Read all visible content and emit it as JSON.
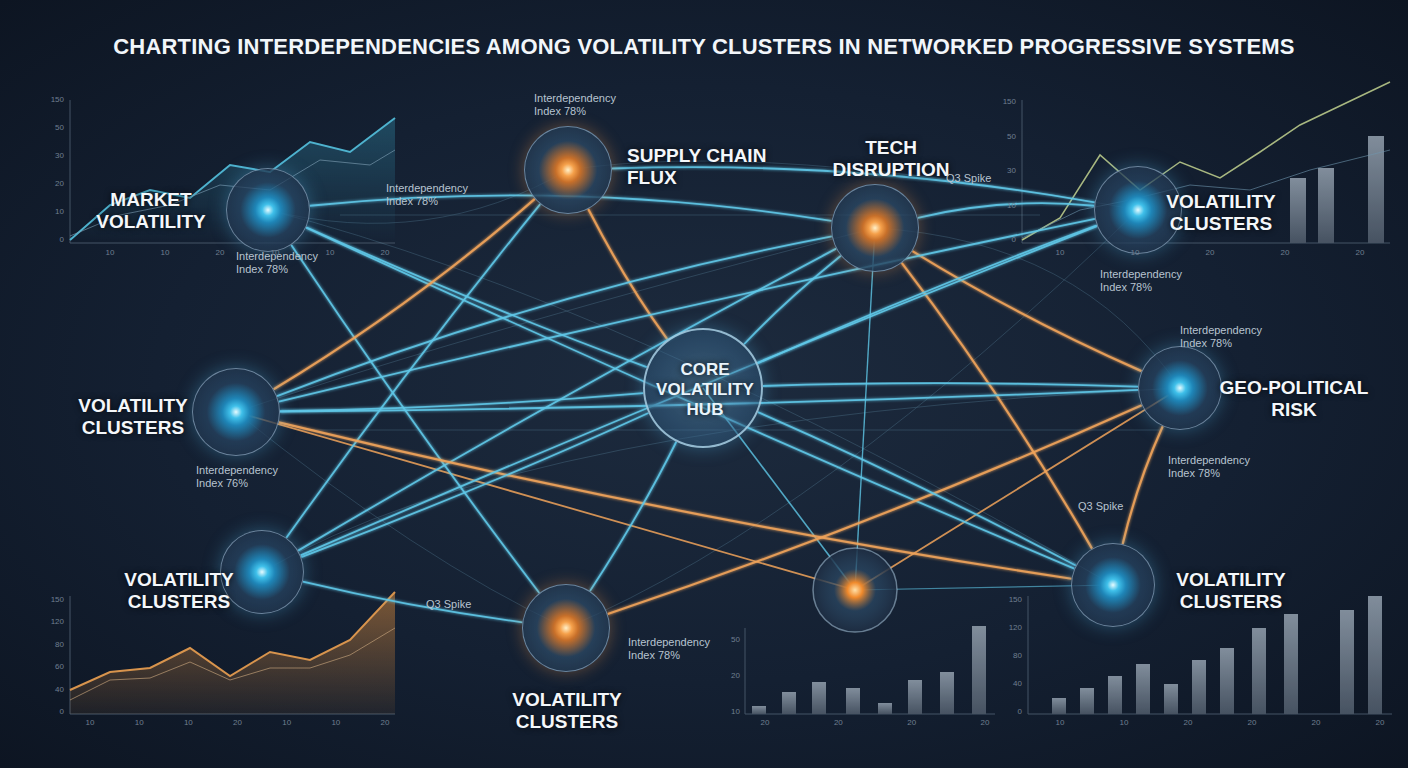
{
  "diagram": {
    "title": "CHARTING INTERDEPENDENCIES AMONG VOLATILITY CLUSTERS IN NETWORKED PROGRESSIVE SYSTEMS",
    "nodes": [
      {
        "text": [
          "SUPPLY CHAIN FLUX"
        ]
      },
      {
        "text": [
          "TECH DISRUPTION"
        ]
      },
      {
        "text": [
          "MARKET VOLATILITY"
        ]
      },
      {
        "text": [
          "VOLATILITY CLUSTERS"
        ]
      },
      {
        "text": [
          "VOLATILITY CLUSTERS"
        ]
      },
      {
        "text": [
          "CORE VOLATILITY HUB"
        ]
      },
      {
        "text": [
          "GEO-POLITICAL RISK"
        ]
      },
      {
        "text": [
          "VOLATILITY CLUSTERS"
        ]
      },
      {
        "text": [
          "VOLATILITY CLUSTERS"
        ]
      },
      {
        "text": [
          "VOLATILITY CLUSTERS"
        ]
      }
    ],
    "edges": [
      {
        "from": 2,
        "to": 5,
        "arrow": "none"
      },
      {
        "from": 2,
        "to": 1,
        "arrow": "none"
      },
      {
        "from": 2,
        "to": 9,
        "arrow": "none"
      },
      {
        "from": 2,
        "to": 8,
        "arrow": "none"
      },
      {
        "from": 0,
        "to": 4,
        "arrow": "none"
      },
      {
        "from": 0,
        "to": 5,
        "arrow": "none"
      },
      {
        "from": 0,
        "to": 3,
        "arrow": "none"
      },
      {
        "from": 0,
        "to": 7,
        "arrow": "none"
      },
      {
        "from": 1,
        "to": 3,
        "arrow": "none"
      },
      {
        "from": 1,
        "to": 5,
        "arrow": "none"
      },
      {
        "from": 1,
        "to": 9,
        "arrow": "none"
      },
      {
        "from": 1,
        "to": 7,
        "arrow": "none"
      },
      {
        "from": 1,
        "to": 6,
        "arrow": "none"
      },
      {
        "from": 4,
        "to": 5,
        "arrow": "none"
      },
      {
        "from": 4,
        "to": 6,
        "arrow": "none"
      },
      {
        "from": 4,
        "to": 1,
        "arrow": "none"
      },
      {
        "from": 4,
        "to": 9,
        "arrow": "none"
      },
      {
        "from": 3,
        "to": 5,
        "arrow": "none"
      },
      {
        "from": 3,
        "to": 7,
        "arrow": "none"
      },
      {
        "from": 6,
        "to": 5,
        "arrow": "none"
      },
      {
        "from": 6,
        "to": 8,
        "arrow": "none"
      },
      {
        "from": 7,
        "to": 5,
        "arrow": "none"
      },
      {
        "from": 7,
        "to": 8,
        "arrow": "none"
      },
      {
        "from": 8,
        "to": 5,
        "arrow": "none"
      },
      {
        "from": 9,
        "to": 5,
        "arrow": "none"
      },
      {
        "from": 3,
        "to": 4,
        "arrow": "none"
      },
      {
        "from": 6,
        "to": 9,
        "arrow": "none"
      }
    ],
    "labels": [
      "Interdependency Index 78%",
      "Interdependency Index 78%",
      "Interdependency Index 78%",
      "Q3 Spike",
      "Interdependency Index 78%",
      "Interdependency Index 78%",
      "Interdependency Index 76%",
      "Interdependency Index 78%",
      "Q3 Spike",
      "Q3 Spike",
      "Interdependency Index 78%",
      "150",
      "50",
      "30",
      "20",
      "10",
      "0",
      "10",
      "10",
      "20",
      "10",
      "10",
      "20",
      "150",
      "50",
      "30",
      "10",
      "0",
      "10",
      "10",
      "20",
      "20",
      "20",
      "150",
      "120",
      "80",
      "60",
      "40",
      "0",
      "10",
      "10",
      "10",
      "20",
      "10",
      "10",
      "20",
      "50",
      "20",
      "10",
      "20",
      "20",
      "20",
      "20",
      "150",
      "120",
      "80",
      "40",
      "0",
      "10",
      "10",
      "20",
      "20",
      "20",
      "20"
    ]
  }
}
